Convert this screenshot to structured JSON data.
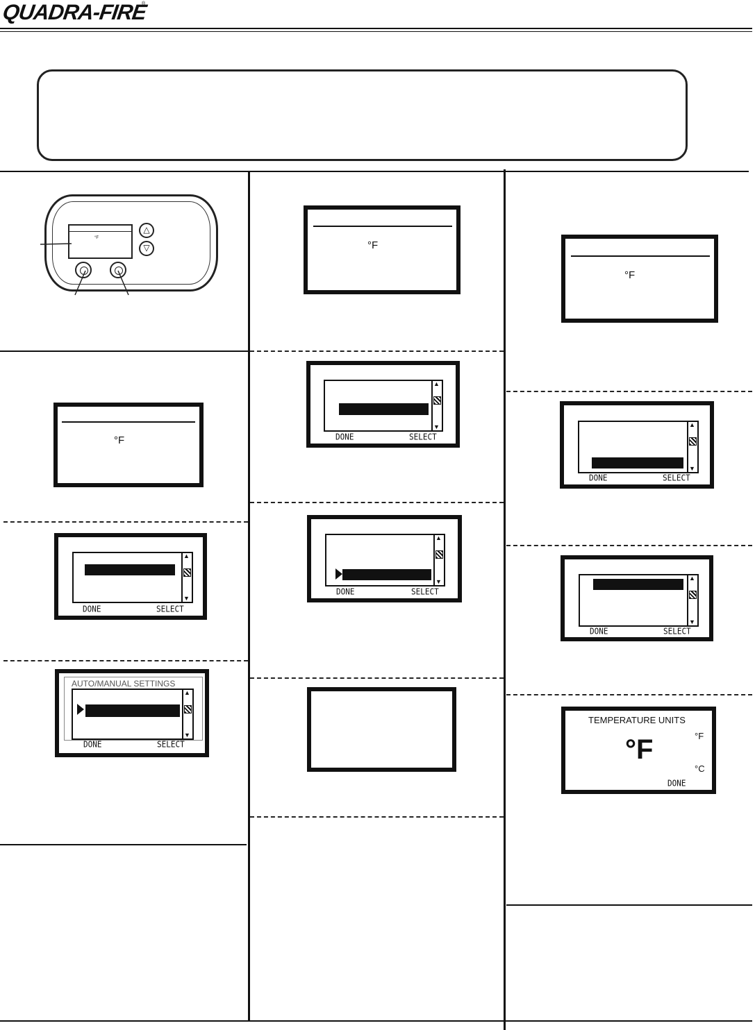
{
  "header": {
    "logo_text": "QUADRA-FIRE",
    "registered_mark": "®"
  },
  "readouts": {
    "degree_f": "°F",
    "degree_c": "°C"
  },
  "softkeys": {
    "done": "DONE",
    "select": "SELECT"
  },
  "menu": {
    "auto_manual_title": "AUTO/MANUAL SETTINGS"
  },
  "temperature_units": {
    "title": "TEMPERATURE UNITS",
    "big_value": "°F",
    "option_f": "°F",
    "option_c": "°C",
    "done": "DONE"
  }
}
